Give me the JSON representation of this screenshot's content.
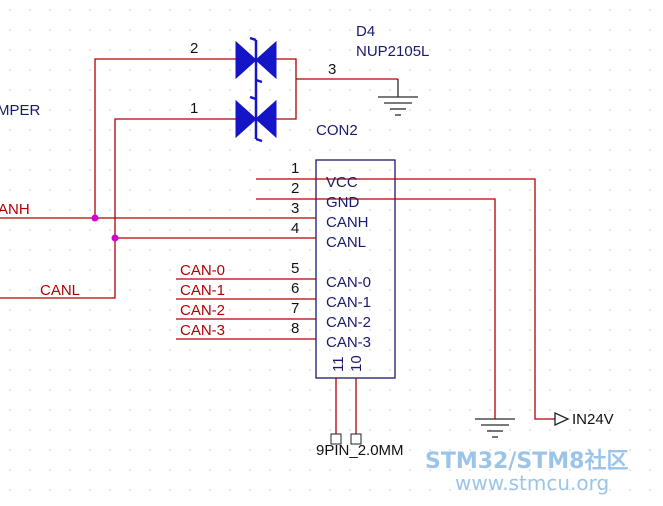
{
  "designator": "D4",
  "part_number": "NUP2105L",
  "connector_ref": "CON2",
  "connector_part": "9PIN_2.0MM",
  "left_label": "MPER",
  "net_canh_left": "ANH",
  "net_canl_left": "CANL",
  "net_in24v": "IN24V",
  "diode_pins": [
    "2",
    "1",
    "3"
  ],
  "connector_pins": [
    {
      "num": "1",
      "name": "VCC"
    },
    {
      "num": "2",
      "name": "GND"
    },
    {
      "num": "3",
      "name": "CANH"
    },
    {
      "num": "4",
      "name": "CANL"
    },
    {
      "num": "5",
      "name": "CAN-0"
    },
    {
      "num": "6",
      "name": "CAN-1"
    },
    {
      "num": "7",
      "name": "CAN-2"
    },
    {
      "num": "8",
      "name": "CAN-3"
    }
  ],
  "bottom_pins": [
    "11",
    "10"
  ],
  "net_labels": [
    "CAN-0",
    "CAN-1",
    "CAN-2",
    "CAN-3"
  ],
  "watermark": {
    "title_a": "STM32/STM8",
    "title_b": "社区",
    "url": "www.stmcu.org"
  },
  "colors": {
    "wire": "#b00000",
    "diode": "#1515c8",
    "label_blue": "#1a1a6e",
    "junction": "#d400d4",
    "watermark": "#9cc4e8"
  }
}
